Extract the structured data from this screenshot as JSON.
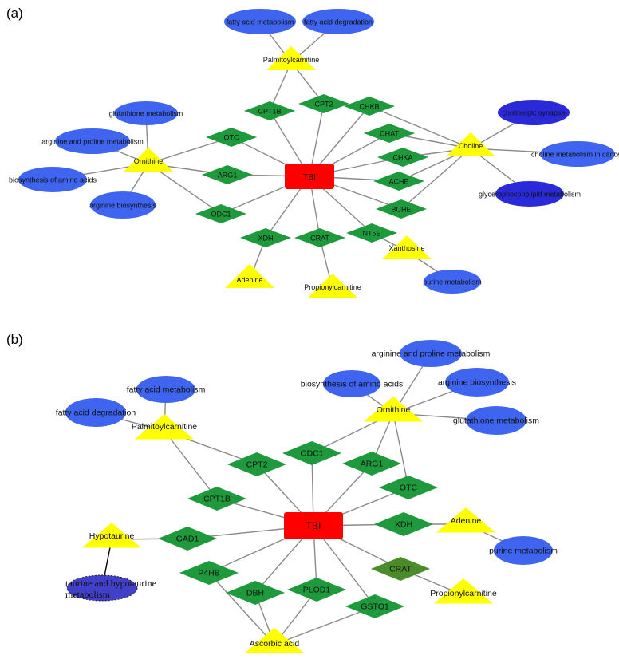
{
  "colors": {
    "hub": "#ff0000",
    "gene": "#1e9a3c",
    "gene_alt": "#4a8c2a",
    "metabolite": "#ffff00",
    "pathway": "#3e64f0",
    "pathway_dark": "#2a2ad8",
    "pathway_taurine": "#4040c8"
  },
  "panel_a": {
    "label": "(a)",
    "hub": "TBI",
    "genes": [
      "CPT1B",
      "CPT2",
      "CHKB",
      "OTC",
      "CHAT",
      "ARG1",
      "CHKA",
      "ACHE",
      "ODC1",
      "BCHE",
      "XDH",
      "CRAT",
      "NT5E"
    ],
    "metabolites": [
      "Palmitoylcarnitine",
      "Ornithine",
      "Choline",
      "Xanthosine",
      "Adenine",
      "Propionylcarnitine"
    ],
    "pathways": [
      "fatty acid metabolism",
      "fatty acid degradation",
      "glutathione metabolism",
      "arginine and proline metabolism",
      "biosynthesis of amino acids",
      "arginine biosynthesis",
      "cholinergic synapse",
      "choline metabolism in cancer",
      "glycerophospholipid metabolism",
      "purine metabolism"
    ]
  },
  "panel_b": {
    "label": "(b)",
    "hub": "TBI",
    "genes": [
      "ODC1",
      "CPT2",
      "ARG1",
      "OTC",
      "CPT1B",
      "XDH",
      "GAD1",
      "CRAT",
      "P4HB",
      "PLOD1",
      "DBH",
      "GSTO1"
    ],
    "metabolites": [
      "Palmitoylcarnitine",
      "Ornithine",
      "Adenine",
      "Hypotaurine",
      "Propionylcarnitine",
      "Ascorbic acid"
    ],
    "pathways": [
      "arginine and proline metabolism",
      "biosynthesis of amino acids",
      "arginine biosynthesis",
      "glutathione metabolism",
      "fatty acid metabolism",
      "fatty acid degradation",
      "purine metabolism",
      "taurine and hypotaurine metabolism"
    ]
  }
}
